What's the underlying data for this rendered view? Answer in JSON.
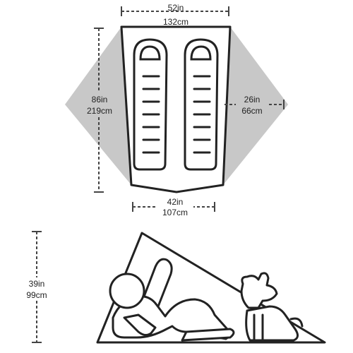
{
  "floor_plan": {
    "top_width": {
      "in": "52in",
      "cm": "132cm"
    },
    "length": {
      "in": "86in",
      "cm": "219cm"
    },
    "vestibule": {
      "in": "26in",
      "cm": "66cm"
    },
    "bottom_width": {
      "in": "42in",
      "cm": "107cm"
    }
  },
  "side_view": {
    "height": {
      "in": "39in",
      "cm": "99cm"
    }
  },
  "colors": {
    "vestibule_fill": "#c8c8c8",
    "line": "#222222",
    "dim_line": "#444444"
  }
}
